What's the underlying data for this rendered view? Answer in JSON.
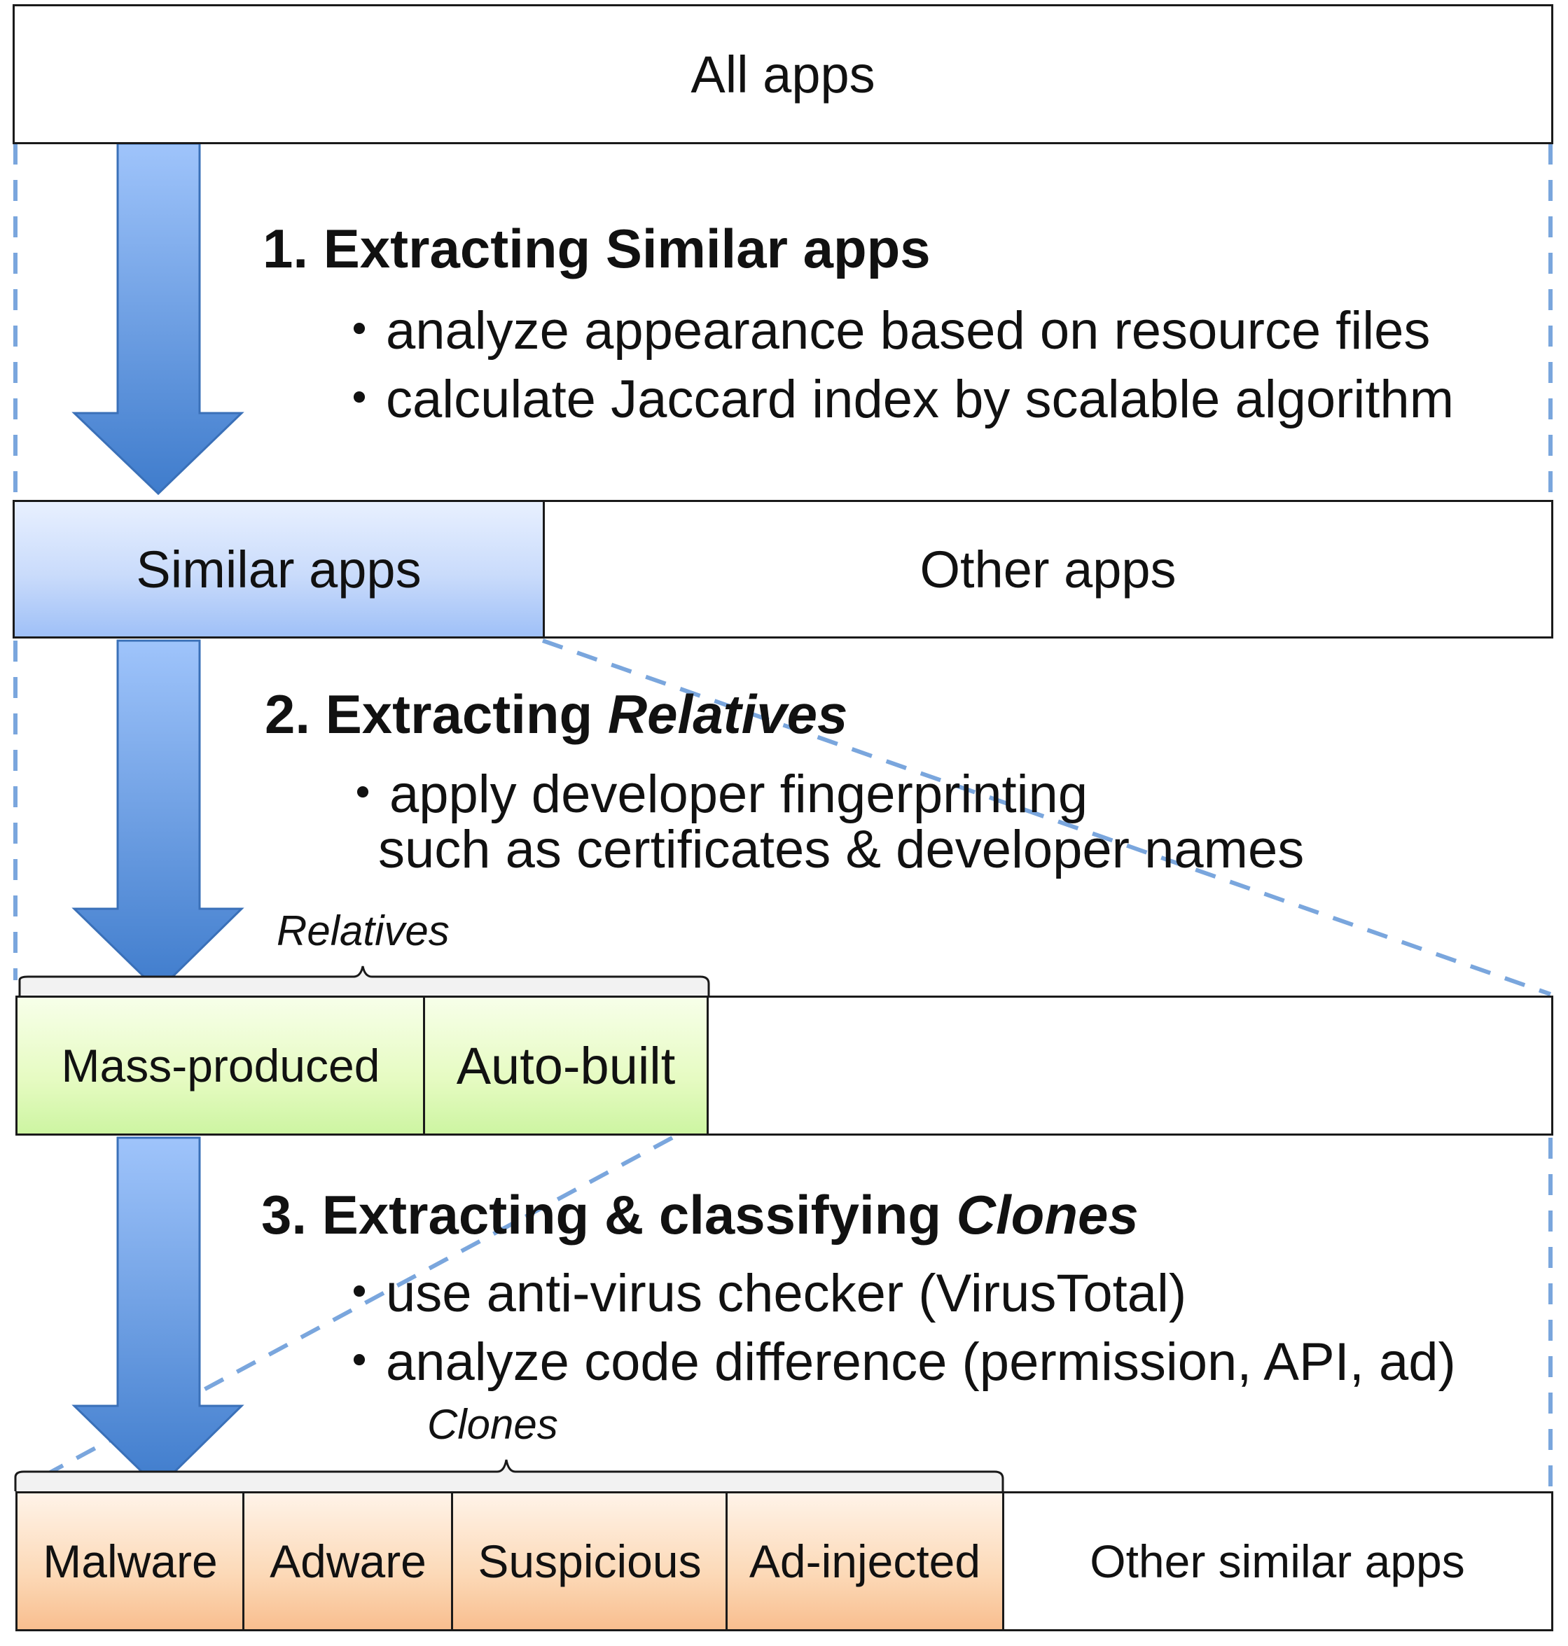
{
  "all_apps": "All apps",
  "step1": {
    "title": "1. Extracting Similar apps",
    "bullets": [
      "・analyze appearance based on resource files",
      "・calculate Jaccard index by scalable algorithm"
    ]
  },
  "row2": {
    "similar": "Similar apps",
    "other": "Other apps"
  },
  "step2": {
    "title_prefix": "2. Extracting ",
    "title_em": "Relatives",
    "bullets": [
      "・apply developer fingerprinting",
      "such as certificates & developer names"
    ]
  },
  "relatives_label": "Relatives",
  "row3": {
    "mass": "Mass-produced",
    "auto": "Auto-built"
  },
  "step3": {
    "title_prefix": "3. Extracting & classifying ",
    "title_em": "Clones",
    "bullets": [
      "・use anti-virus checker (VirusTotal)",
      "・analyze code difference (permission, API, ad)"
    ]
  },
  "clones_label": "Clones",
  "row4": {
    "malware": "Malware",
    "adware": "Adware",
    "suspicious": "Suspicious",
    "adinjected": "Ad-injected",
    "other": "Other similar apps"
  }
}
